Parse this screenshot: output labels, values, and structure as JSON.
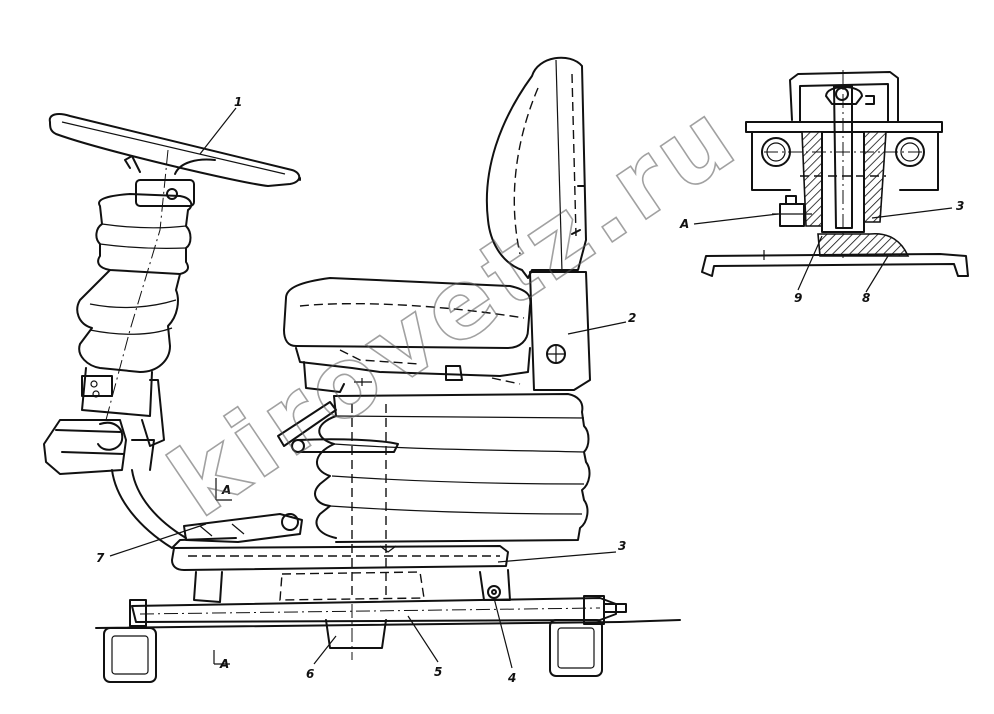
{
  "watermark": "kirovetz.ru",
  "main_view_labels": [
    "1",
    "2",
    "3",
    "4",
    "5",
    "6",
    "7"
  ],
  "section_marker": "A",
  "detail_view_labels": [
    "3",
    "8",
    "9"
  ],
  "detail_section_marker": "A"
}
